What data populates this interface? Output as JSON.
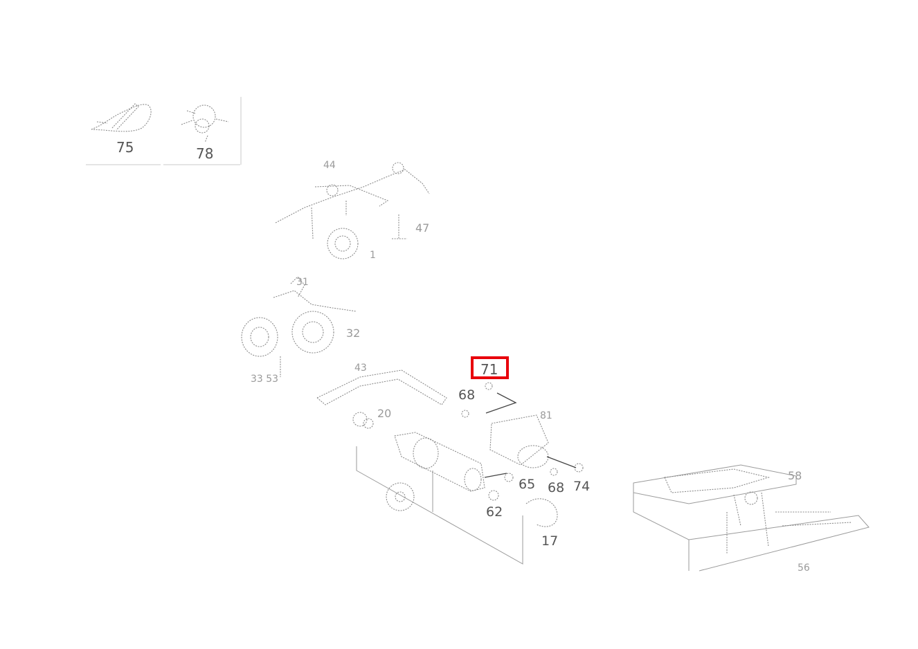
{
  "diagram": {
    "highlight_color": "#e8000b",
    "thumbnails": [
      {
        "id": "t75",
        "label": "75"
      },
      {
        "id": "t78",
        "label": "78"
      }
    ],
    "labels": {
      "l44": "44",
      "l47": "47",
      "l1": "1",
      "l31": "31",
      "l32": "32",
      "l3353": "33 53",
      "l43": "43",
      "l71": "71",
      "l68a": "68",
      "l81": "81",
      "l20": "20",
      "l65": "65",
      "l68b": "68",
      "l74": "74",
      "l62": "62",
      "l17": "17",
      "l58": "58",
      "l56": "56"
    },
    "highlighted_callout": "71"
  }
}
